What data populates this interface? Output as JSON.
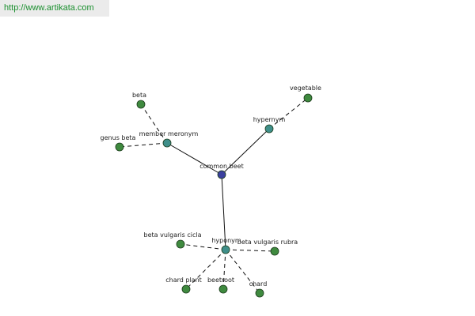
{
  "header": {
    "url_text": "http://www.artikata.com"
  },
  "graph": {
    "center": {
      "label": "common beet",
      "color": "#3a3f9e"
    },
    "relations": [
      {
        "label": "member meronym",
        "color": "#3f8f8a",
        "targets": [
          {
            "label": "beta",
            "color": "#3f8a3f"
          },
          {
            "label": "genus beta",
            "color": "#3f8a3f"
          }
        ]
      },
      {
        "label": "hypernym",
        "color": "#3f8f8a",
        "targets": [
          {
            "label": "vegetable",
            "color": "#3f8a3f"
          }
        ]
      },
      {
        "label": "hyponym",
        "color": "#3f8f8a",
        "targets": [
          {
            "label": "beta vulgaris cicla",
            "color": "#3f8a3f"
          },
          {
            "label": "beta vulgaris rubra",
            "color": "#3f8a3f"
          },
          {
            "label": "chard plant",
            "color": "#3f8a3f"
          },
          {
            "label": "beetroot",
            "color": "#3f8a3f"
          },
          {
            "label": "chard",
            "color": "#3f8a3f"
          }
        ]
      }
    ]
  }
}
